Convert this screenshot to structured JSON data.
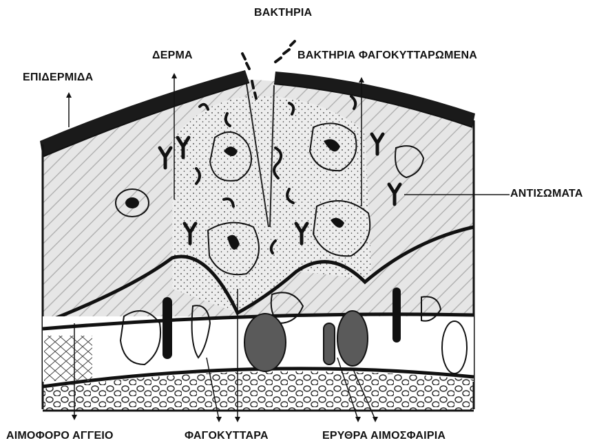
{
  "labels": {
    "bacteria": "ΒΑΚΤΗΡΙΑ",
    "dermis": "ΔΕΡΜΑ",
    "phagocytosed_bacteria": "ΒΑΚΤΗΡΙΑ ΦΑΓΟΚΥΤΤΑΡΩΜΕΝΑ",
    "epidermis": "ΕΠΙΔΕΡΜΙΔΑ",
    "antibodies": "ΑΝΤΙΣΩΜΑΤΑ",
    "blood_vessel": "ΑΙΜΟΦΟΡΟ ΑΓΓΕΙΟ",
    "phagocytes": "ΦΑΓΟΚΥΤΤΑΡΑ",
    "red_blood_cells": "ΕΡΥΘΡΑ ΑΙΜΟΣΦΑΙΡΙΑ"
  },
  "colors": {
    "ink": "#111111",
    "tissue": "#e4e4e4",
    "hatching": "#7a7a7a",
    "red_cell": "#5a5a5a",
    "background": "#ffffff"
  }
}
